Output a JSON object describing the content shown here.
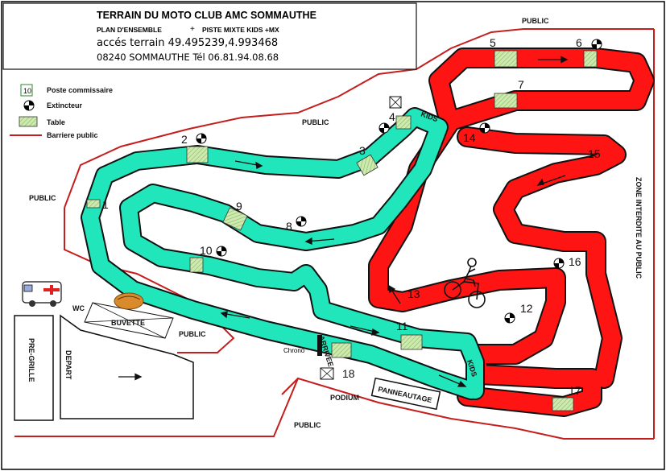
{
  "header": {
    "title": "TERRAIN DU MOTO CLUB AMC SOMMAUTHE",
    "subtitle_left": "PLAN D'ENSEMBLE",
    "subtitle_plus": "+",
    "subtitle_right": "PISTE MIXTE  KIDS +MX",
    "gps": "accés terrain 49.495239,4.993468",
    "address": "08240 SOMMAUTHE   Tél 06.81.94.08.68"
  },
  "legend": {
    "commissaire_number": "10",
    "commissaire_label": "Poste commissaire",
    "extincteur_label": "Extincteur",
    "table_label": "Table",
    "barriere_label": "Barriere public"
  },
  "zones": {
    "public_top_right": "PUBLIC",
    "public_center": "PUBLIC",
    "public_left": "PUBLIC",
    "public_buvette": "PUBLIC",
    "public_bottom": "PUBLIC",
    "zone_interdite": "ZONE  INTERDITE AU PUBLIC",
    "wc": "WC",
    "buvette": "BUVETTE",
    "pre_grille": "PRE-GRILLE",
    "depart": "DEPART",
    "chrono": "Chrono",
    "arrivee": "ARRIVEE",
    "podium": "PODIUM",
    "panneautage": "PANNEAUTAGE",
    "kids_top": "KIDS",
    "kids_bottom": "KIDS"
  },
  "posts": [
    {
      "id": "p1",
      "number": "1"
    },
    {
      "id": "p2",
      "number": "2"
    },
    {
      "id": "p3",
      "number": "3"
    },
    {
      "id": "p4",
      "number": "4"
    },
    {
      "id": "p5",
      "number": "5"
    },
    {
      "id": "p6",
      "number": "6"
    },
    {
      "id": "p7",
      "number": "7"
    },
    {
      "id": "p8",
      "number": "8"
    },
    {
      "id": "p9",
      "number": "9"
    },
    {
      "id": "p10",
      "number": "10"
    },
    {
      "id": "p11",
      "number": "11"
    },
    {
      "id": "p12",
      "number": "12"
    },
    {
      "id": "p13",
      "number": "13"
    },
    {
      "id": "p14",
      "number": "14"
    },
    {
      "id": "p15",
      "number": "15"
    },
    {
      "id": "p16",
      "number": "16"
    },
    {
      "id": "p17",
      "number": "17"
    },
    {
      "id": "p18",
      "number": "18"
    }
  ],
  "colors": {
    "kids_track": "#22e6bb",
    "mx_track": "#ff1414",
    "barrier": "#cc1a1a",
    "table_fill": "#c6e8a6",
    "outline": "#111111"
  }
}
